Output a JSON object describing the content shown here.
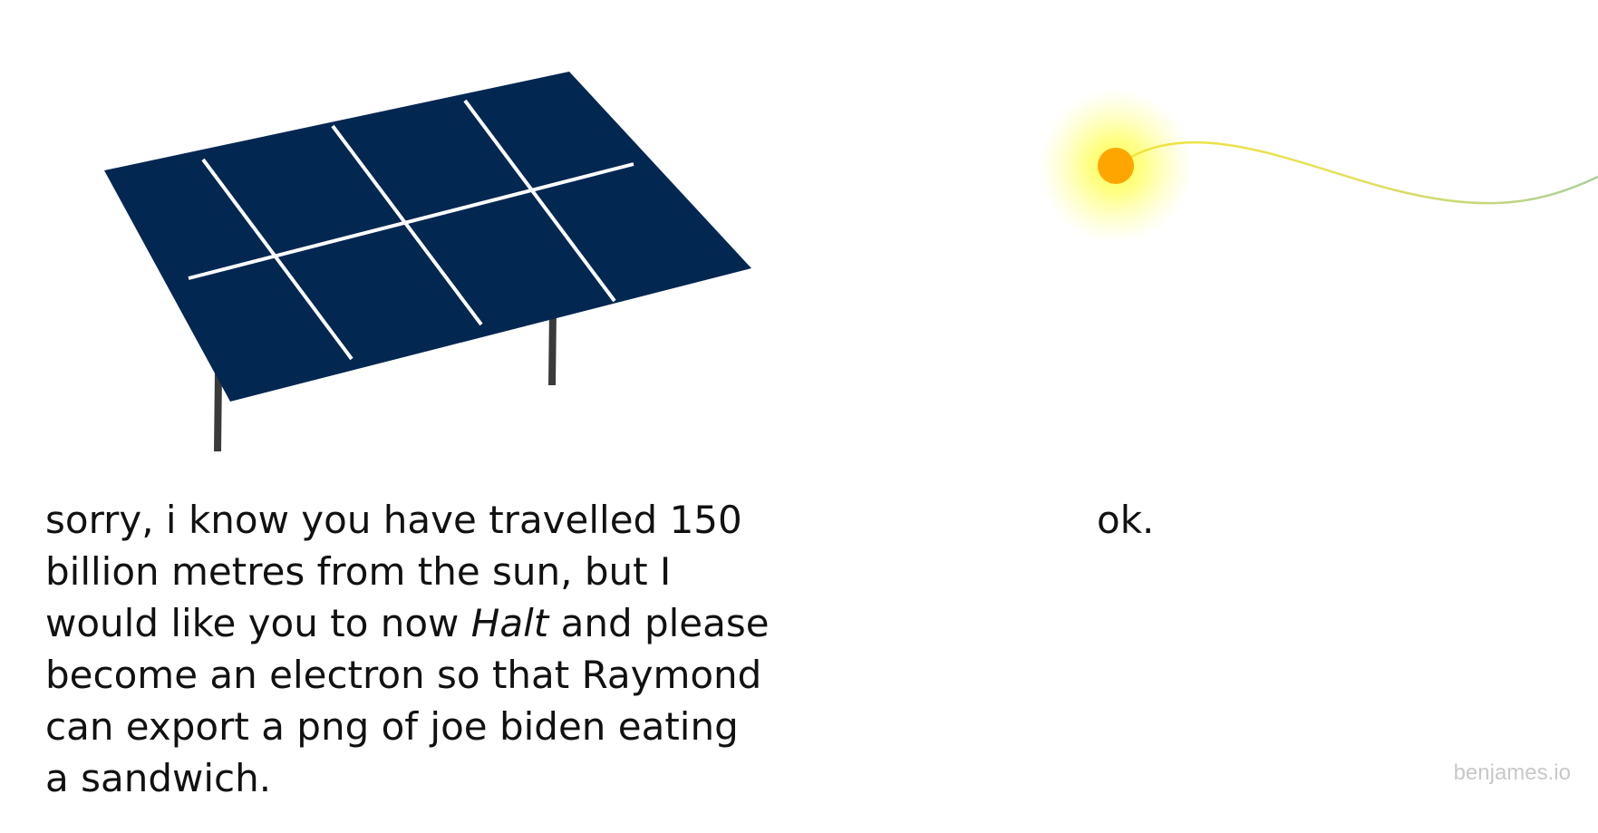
{
  "message": {
    "part1": "sorry, i know you have travelled 150 billion metres from the sun, but I would like you to now ",
    "emphasis": "Halt",
    "part2": " and please become an electron so that Raymond can export a png of joe biden eating a sandwich."
  },
  "reply": "ok.",
  "watermark": "benjames.io",
  "colors": {
    "panel": "#022751",
    "panel_lines": "#ffffff",
    "legs": "#3a3a3a",
    "sun": "#ffa500",
    "sun_glow": "#ffff66",
    "ray_start": "#f2e33a",
    "ray_end": "#a9cf9a"
  },
  "icons": [
    "solar-panel-icon",
    "sun-icon",
    "photon-path-icon"
  ]
}
